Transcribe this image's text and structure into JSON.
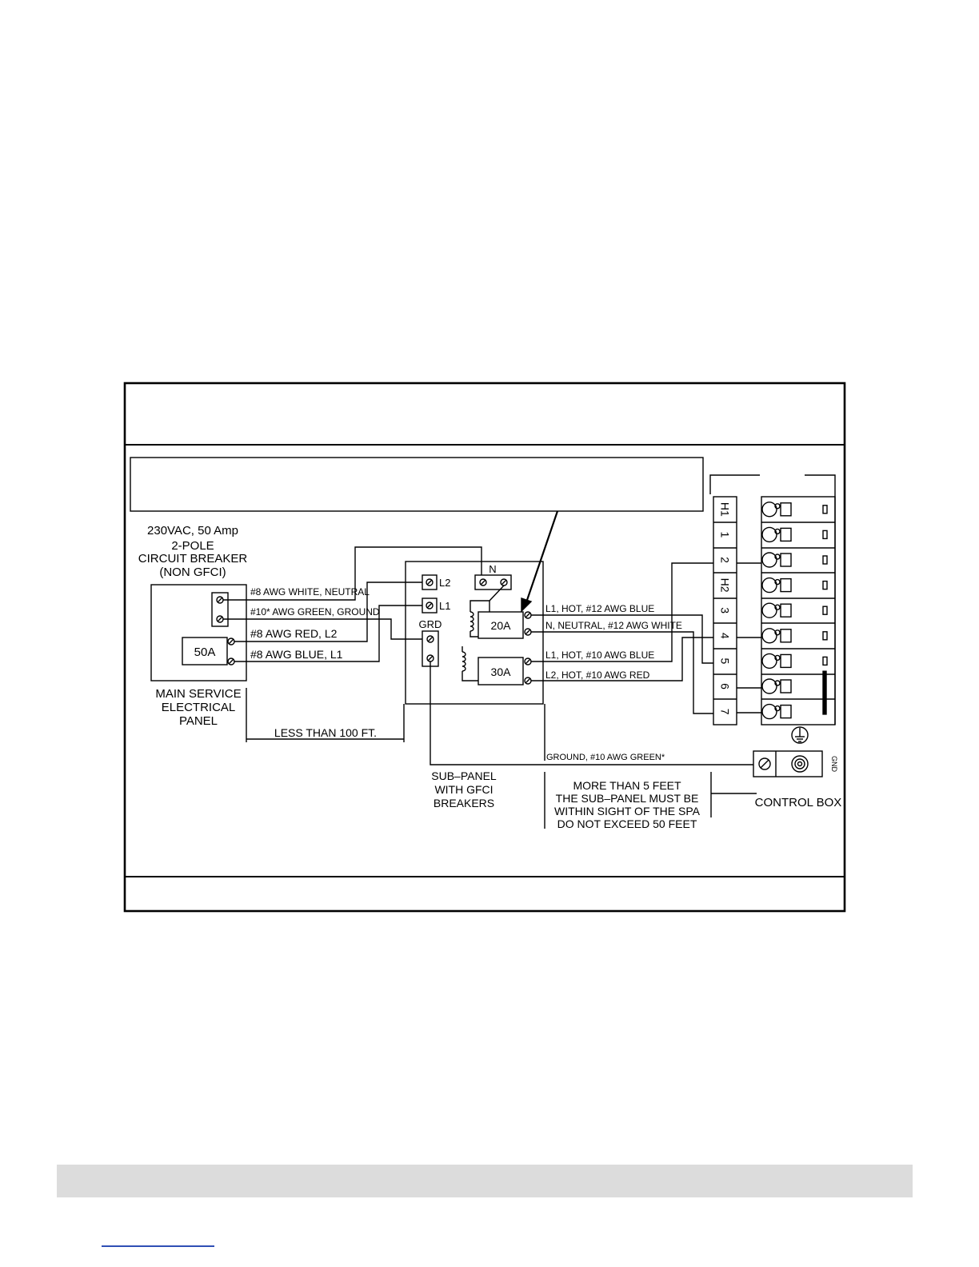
{
  "colors": {
    "line": "#000000",
    "footer_bar": "#dcdcdc",
    "footer_link": "#2f4fb5"
  },
  "diagram": {
    "main_panel": {
      "breaker_lines": [
        "230VAC, 50 Amp",
        "2-POLE",
        "CIRCUIT BREAKER",
        "(NON GFCI)"
      ],
      "breaker_rating": "50A",
      "panel_label_lines": [
        "MAIN SERVICE",
        "ELECTRICAL",
        "PANEL"
      ]
    },
    "feed_wires": {
      "neutral": "#8 AWG WHITE, NEUTRAL",
      "ground": "#10* AWG GREEN, GROUND",
      "l2": "#8 AWG RED, L2",
      "l1": "#8 AWG BLUE, L1"
    },
    "distance_main_to_sub": "LESS THAN 100 FT.",
    "sub_panel": {
      "terminal_l2": "L2",
      "terminal_l1": "L1",
      "terminal_n": "N",
      "terminal_grd": "GRD",
      "breaker_20a": "20A",
      "breaker_30a": "30A",
      "label_lines": [
        "SUB–PANEL",
        "WITH GFCI",
        "BREAKERS"
      ]
    },
    "load_wires": {
      "w1": "L1, HOT, #12 AWG BLUE",
      "w2": "N, NEUTRAL, #12 AWG WHITE",
      "w3": "L1, HOT, #10 AWG BLUE",
      "w4": "L2, HOT, #10 AWG RED",
      "ground": "GROUND, #10 AWG GREEN*"
    },
    "distance_note_lines": [
      "MORE THAN 5 FEET",
      "THE SUB–PANEL MUST BE",
      "WITHIN SIGHT OF THE SPA",
      "DO NOT EXCEED 50 FEET"
    ],
    "control_box": {
      "label": "CONTROL BOX",
      "terminals": [
        "H1",
        "1",
        "2",
        "H2",
        "3",
        "4",
        "5",
        "6",
        "7"
      ],
      "gnd_label": "GND"
    }
  }
}
